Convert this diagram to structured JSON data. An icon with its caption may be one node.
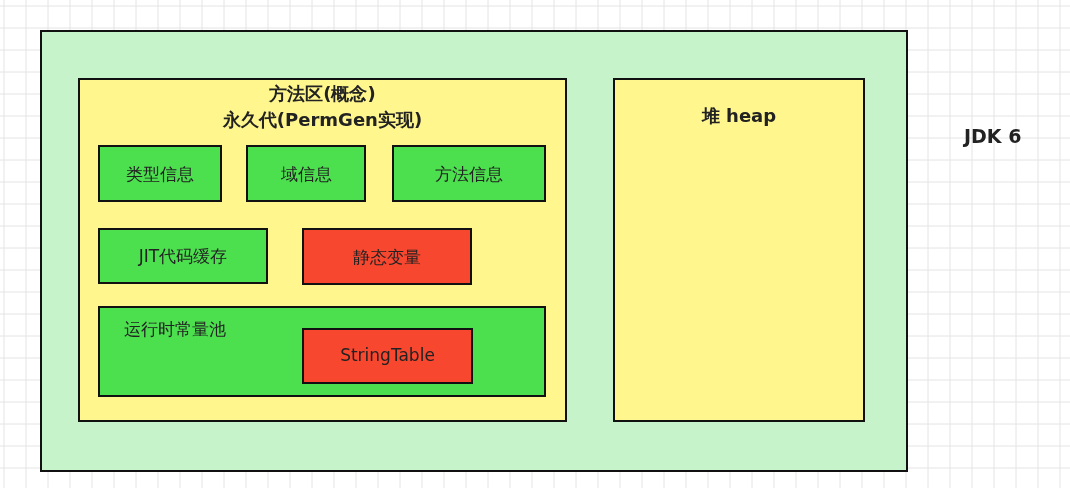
{
  "diagram": {
    "nodes": [
      {
        "text": [],
        "shape": "box",
        "beside": [
          "JDK 6"
        ]
      },
      {
        "text": [
          "方法区(概念)",
          "永久代(PermGen实现)"
        ],
        "in": 0
      },
      {
        "text": [
          "类型信息"
        ],
        "in": 1
      },
      {
        "text": [
          "域信息"
        ],
        "in": 1
      },
      {
        "text": [
          "方法信息"
        ],
        "in": 1
      },
      {
        "text": [
          "JIT代码缓存"
        ],
        "in": 1
      },
      {
        "text": [
          "静态变量"
        ],
        "in": 1
      },
      {
        "text": [
          "运行时常量池"
        ],
        "in": 1
      },
      {
        "text": [
          "StringTable"
        ],
        "in": 7
      },
      {
        "text": [
          "堆 heap"
        ],
        "in": 0
      }
    ]
  }
}
